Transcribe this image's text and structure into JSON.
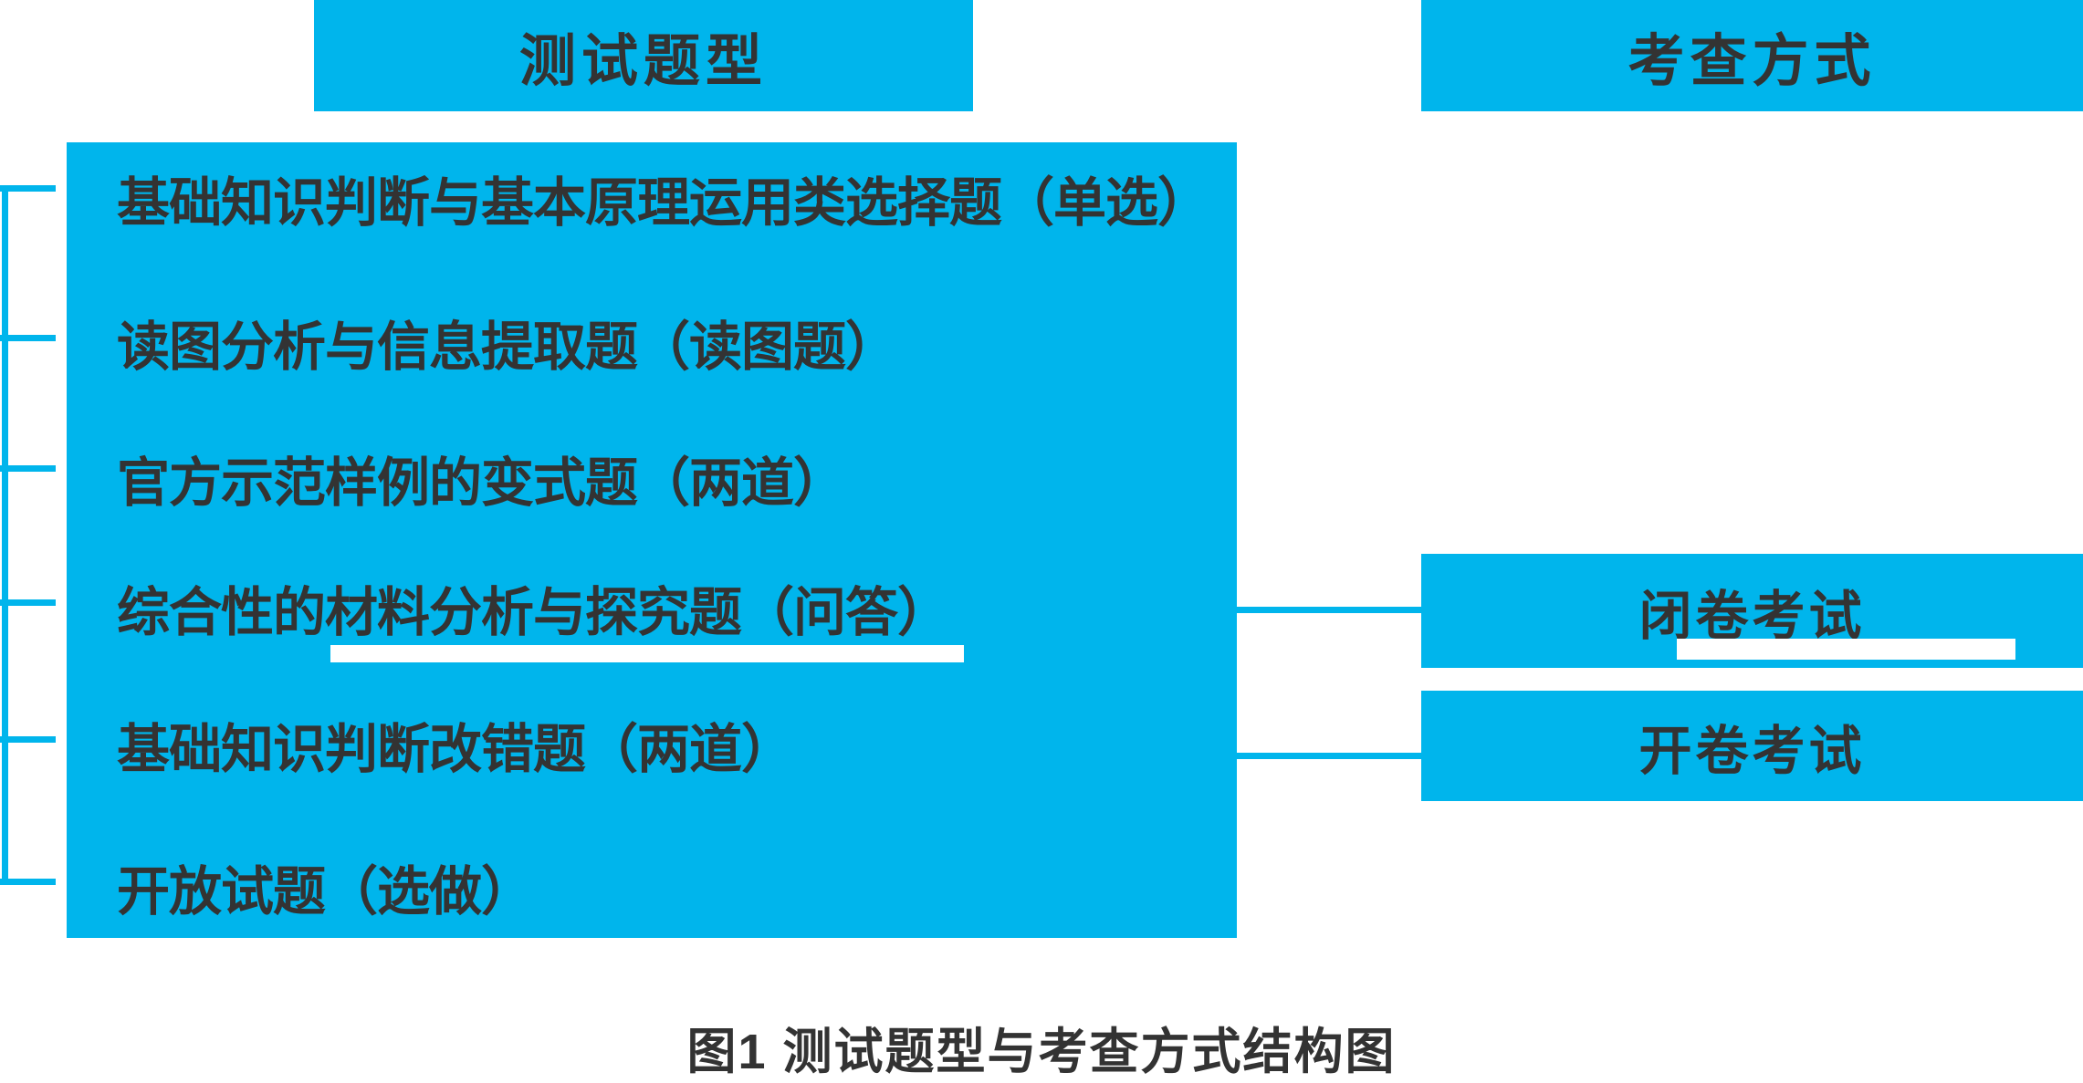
{
  "colors": {
    "accent_cyan": "#00b5ec",
    "text_dark": "#333333",
    "background": "#ffffff",
    "redaction_bar": "#ffffff"
  },
  "headers": {
    "left": "测试题型",
    "right": "考查方式"
  },
  "questions": {
    "items": [
      "基础知识判断与基本原理运用类选择题（单选）",
      "读图分析与信息提取题（读图题）",
      "官方示范样例的变式题（两道）",
      "综合性的材料分析与探究题（问答）",
      "基础知识判断改错题（两道）",
      "开放试题（选做）"
    ]
  },
  "formats": {
    "items": [
      "闭卷考试",
      "开卷考试"
    ]
  },
  "caption": {
    "text": "图1 测试题型与考查方式结构图"
  }
}
